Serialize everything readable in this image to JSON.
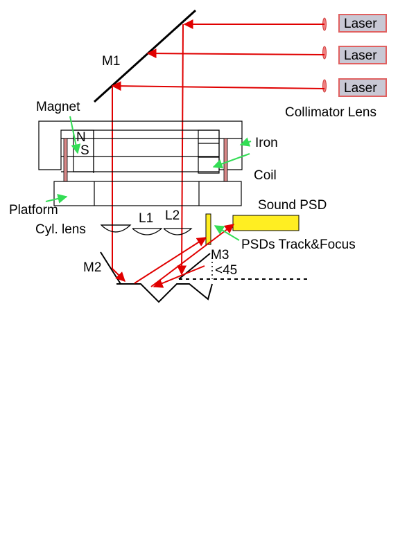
{
  "colors": {
    "beam": "#e00000",
    "arrow": "#33dd55",
    "psd_fill": "#ffee22",
    "laser_box_fill": "#c8c8d4",
    "laser_box_border": "#e06060",
    "lens_fill": "#f08080",
    "coil_fill": "#d88888"
  },
  "lasers": [
    {
      "label": "Laser"
    },
    {
      "label": "Laser"
    },
    {
      "label": "Laser"
    }
  ],
  "labels": {
    "m1": "M1",
    "m2": "M2",
    "m3": "M3",
    "magnet": "Magnet",
    "north": "N",
    "south": "S",
    "iron": "Iron",
    "coil": "Coil",
    "platform": "Platform",
    "cyl_lens": "Cyl. lens",
    "l1": "L1",
    "l2": "L2",
    "sound_psd": "Sound PSD",
    "psds_track_focus": "PSDs Track&Focus",
    "collimator_lens": "Collimator Lens",
    "angle": "<45"
  }
}
